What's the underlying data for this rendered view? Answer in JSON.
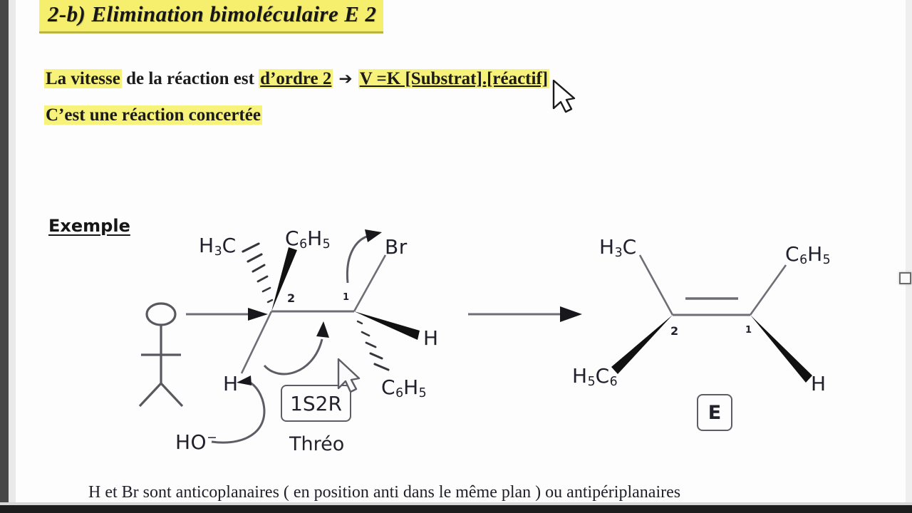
{
  "slide": {
    "title": "2-b) Elimination bimoléculaire E 2",
    "statement_line1_parts": {
      "a": "La vitesse",
      "b": " de la réaction est ",
      "c": "d’ordre 2",
      "d": "➔",
      "e": "V =K [Substrat].[réactif]"
    },
    "statement_line2": "C’est une réaction concertée",
    "example_label": "Exemple",
    "caption": "H et Br sont anticoplanaires ( en position anti dans le même plan ) ou antipériplanaires"
  },
  "reactant": {
    "labels": {
      "methyl": "H3C",
      "phenyl_top": "C6H5",
      "bromine": "Br",
      "hydrogen_right": "H",
      "phenyl_bottom": "C6H5",
      "hydrogen_left": "H",
      "hydroxide": "HO",
      "hydroxide_charge": "-"
    },
    "carbon_index_2": "2",
    "carbon_index_1": "1",
    "config_tag": "1S2R",
    "diastereomer": "Thréo"
  },
  "product": {
    "labels": {
      "methyl": "H3C",
      "phenyl_right": "C6H5",
      "phenyl_left": "H5C6",
      "hydrogen": "H"
    },
    "carbon_index_2": "2",
    "carbon_index_1": "1",
    "geometry_tag": "E"
  },
  "colors": {
    "highlight_yellow": "#f7f279",
    "title_yellow": "#f5ef6d",
    "ink": "#20202c",
    "bond_gray": "#6e6e76",
    "wedge_black": "#111111"
  },
  "cursors": {
    "primary_position": "over réactif",
    "secondary_position": "near 1S2R tag"
  }
}
